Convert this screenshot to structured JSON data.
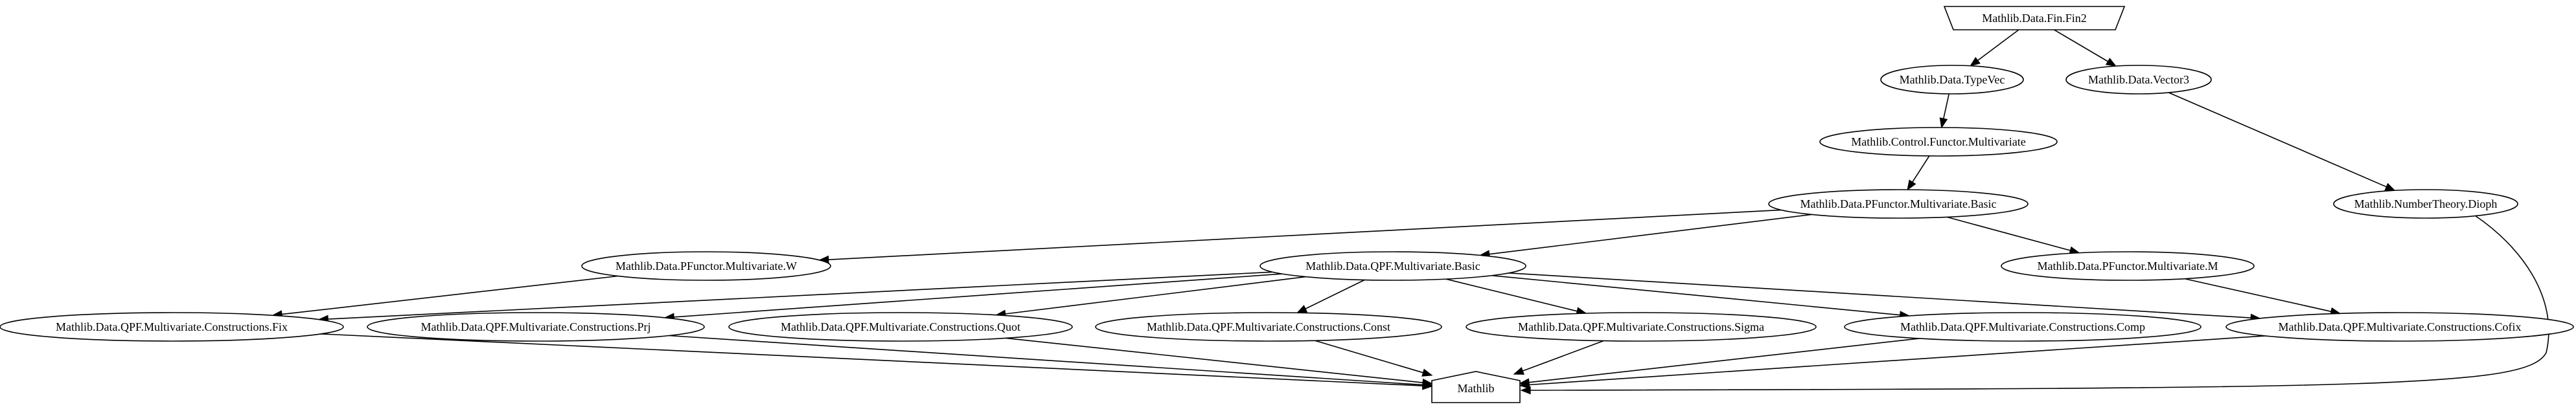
{
  "nodes": [
    {
      "id": "fin2",
      "shape": "box",
      "label": "Mathlib.Data.Fin.Fin2"
    },
    {
      "id": "typevec",
      "shape": "ellipse",
      "label": "Mathlib.Data.TypeVec"
    },
    {
      "id": "vector3",
      "shape": "ellipse",
      "label": "Mathlib.Data.Vector3"
    },
    {
      "id": "ctrlfunctor",
      "shape": "ellipse",
      "label": "Mathlib.Control.Functor.Multivariate"
    },
    {
      "id": "pfbasic",
      "shape": "ellipse",
      "label": "Mathlib.Data.PFunctor.Multivariate.Basic"
    },
    {
      "id": "dioph",
      "shape": "ellipse",
      "label": "Mathlib.NumberTheory.Dioph"
    },
    {
      "id": "pfw",
      "shape": "ellipse",
      "label": "Mathlib.Data.PFunctor.Multivariate.W"
    },
    {
      "id": "qpfbasic",
      "shape": "ellipse",
      "label": "Mathlib.Data.QPF.Multivariate.Basic"
    },
    {
      "id": "pfm",
      "shape": "ellipse",
      "label": "Mathlib.Data.PFunctor.Multivariate.M"
    },
    {
      "id": "fix",
      "shape": "ellipse",
      "label": "Mathlib.Data.QPF.Multivariate.Constructions.Fix"
    },
    {
      "id": "prj",
      "shape": "ellipse",
      "label": "Mathlib.Data.QPF.Multivariate.Constructions.Prj"
    },
    {
      "id": "quot",
      "shape": "ellipse",
      "label": "Mathlib.Data.QPF.Multivariate.Constructions.Quot"
    },
    {
      "id": "const",
      "shape": "ellipse",
      "label": "Mathlib.Data.QPF.Multivariate.Constructions.Const"
    },
    {
      "id": "sigma",
      "shape": "ellipse",
      "label": "Mathlib.Data.QPF.Multivariate.Constructions.Sigma"
    },
    {
      "id": "comp",
      "shape": "ellipse",
      "label": "Mathlib.Data.QPF.Multivariate.Constructions.Comp"
    },
    {
      "id": "cofix",
      "shape": "ellipse",
      "label": "Mathlib.Data.QPF.Multivariate.Constructions.Cofix"
    },
    {
      "id": "mathlib",
      "shape": "house",
      "label": "Mathlib"
    }
  ],
  "edges": [
    {
      "from": "fin2",
      "to": "typevec"
    },
    {
      "from": "fin2",
      "to": "vector3"
    },
    {
      "from": "typevec",
      "to": "ctrlfunctor"
    },
    {
      "from": "vector3",
      "to": "dioph"
    },
    {
      "from": "ctrlfunctor",
      "to": "pfbasic"
    },
    {
      "from": "pfbasic",
      "to": "pfw"
    },
    {
      "from": "pfbasic",
      "to": "qpfbasic"
    },
    {
      "from": "pfbasic",
      "to": "pfm"
    },
    {
      "from": "pfw",
      "to": "fix"
    },
    {
      "from": "qpfbasic",
      "to": "fix"
    },
    {
      "from": "qpfbasic",
      "to": "prj"
    },
    {
      "from": "qpfbasic",
      "to": "quot"
    },
    {
      "from": "qpfbasic",
      "to": "const"
    },
    {
      "from": "qpfbasic",
      "to": "sigma"
    },
    {
      "from": "qpfbasic",
      "to": "comp"
    },
    {
      "from": "qpfbasic",
      "to": "cofix"
    },
    {
      "from": "pfm",
      "to": "cofix"
    },
    {
      "from": "fix",
      "to": "mathlib"
    },
    {
      "from": "prj",
      "to": "mathlib"
    },
    {
      "from": "quot",
      "to": "mathlib"
    },
    {
      "from": "const",
      "to": "mathlib"
    },
    {
      "from": "sigma",
      "to": "mathlib"
    },
    {
      "from": "comp",
      "to": "mathlib"
    },
    {
      "from": "cofix",
      "to": "mathlib"
    },
    {
      "from": "dioph",
      "to": "mathlib"
    }
  ]
}
